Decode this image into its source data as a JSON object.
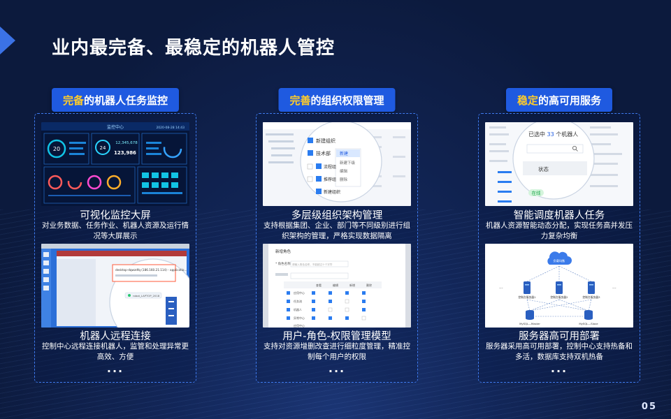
{
  "title": "业内最完备、最稳定的机器人管控",
  "page_number": "05",
  "columns": [
    {
      "head_highlight": "完备",
      "head_rest": "的机器人任务监控",
      "item1": {
        "caption": "可视化监控大屏",
        "desc": "对业务数据、任务作业、机器人资源及运行情况等大屏展示"
      },
      "item2": {
        "caption": "机器人远程连接",
        "desc": "控制中心远程连接机器人，监管和处理异常更高效、方便"
      },
      "more": "..."
    },
    {
      "head_highlight": "完善",
      "head_rest": "的组织权限管理",
      "item1": {
        "caption": "多层级组织架构管理",
        "desc": "支持根据集团、企业、部门等不同级别进行组织架构的管理，严格实现数据隔离"
      },
      "item2": {
        "caption": "用户-角色-权限管理模型",
        "desc": "支持对资源增删改查进行细粒度管理，精准控制每个用户的权限"
      },
      "more": "..."
    },
    {
      "head_highlight": "稳定",
      "head_rest": "的高可用服务",
      "item1": {
        "caption": "智能调度机器人任务",
        "desc": "机器人资源智能动态分配，实现任务高并发压力复杂均衡"
      },
      "item2": {
        "caption": "服务器高可用部署",
        "desc": "服务器采用高可用部署，控制中心支持热备和多活，数据库支持双机热备"
      },
      "more": "..."
    }
  ],
  "screens": {
    "dashboard": {
      "header": "监控中心",
      "time": "2020-08-28 14:43",
      "n1": "20",
      "n2": "24",
      "n3": "12,345,678",
      "n4": "123,986"
    },
    "remote": {
      "link": "desktop-dqwzdfq (186.160.21.114) - applicatio...",
      "status": "robot_LAPTOP_2018"
    },
    "org": {
      "root": "新建组织",
      "dept1": "技术部",
      "dept2": "流程组",
      "dept3": "推荐组",
      "dept4": "新建组织",
      "menu": [
        "新建",
        "新建下级",
        "编辑",
        "删除"
      ]
    },
    "role": {
      "header": "新增角色",
      "label": "* 角色名称",
      "placeholder": "请输入角色名称，不能超过十个字符",
      "cols": [
        "查看",
        "编辑",
        "新增",
        "删除"
      ],
      "rows": [
        "应用中心",
        "任务流",
        "机器人",
        "异常中心",
        "应用中心"
      ]
    },
    "dispatch": {
      "selected_prefix": "已选中",
      "selected_count": "33",
      "selected_suffix": "个机器人",
      "col": "状态",
      "status": "在线"
    },
    "ha": {
      "lb": "负载均衡",
      "servers": [
        "控制台服务器1",
        "控制台服务器2",
        "控制台服务器3"
      ],
      "db1": "MySQL—Master",
      "db2": "MySQL—Slave"
    }
  }
}
